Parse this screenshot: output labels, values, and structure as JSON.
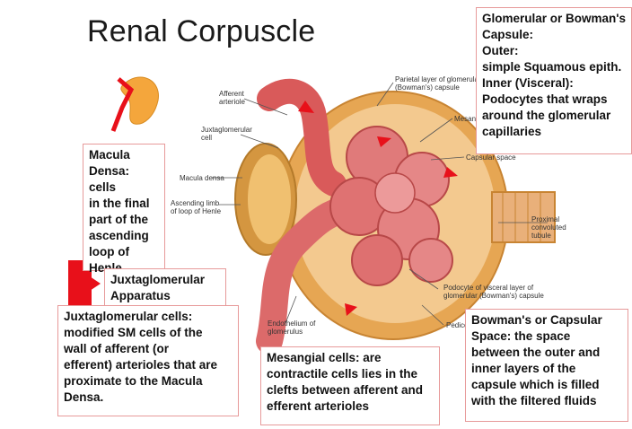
{
  "title": "Renal Corpuscle",
  "boxes": {
    "capsule": "Glomerular or Bowman's\nCapsule:\nOuter:\nsimple Squamous epith.\nInner (Visceral):\n Podocytes that wraps\naround the glomerular\ncapillaries",
    "macula": "Macula\nDensa: cells\nin the final\npart of the\nascending\nloop of\nHenle",
    "jga": "Juxtaglomerular\nApparatus",
    "jgcells": "Juxtaglomerular cells:\nmodified SM cells of the\nwall of afferent (or\nefferent) arterioles that are\nproximate to the Macula\nDensa.",
    "mesangial": "Mesangial cells: are\ncontractile cells lies in the\nclefts between afferent and\nefferent arterioles",
    "bowman_space": "Bowman's or Capsular\nSpace: the space\nbetween the outer and\ninner layers of the\ncapsule which is filled\nwith the filtered fluids"
  },
  "labels": {
    "afferent": "Afferent\narteriole",
    "jg_cell": "Juxtaglomerular\ncell",
    "macula_densa": "Macula densa",
    "ascending_limb": "Ascending limb\nof loop of Henle",
    "parietal": "Parietal layer of glomerular\n(Bowman's) capsule",
    "mesangial_cell": "Mesangial cell",
    "capsular_space": "Capsular space",
    "proximal": "Proximal\nconvoluted\ntubule",
    "podocyte": "Podocyte of visceral layer of\nglomerular (Bowman's) capsule",
    "pedicel": "Pedicel",
    "endothelium": "Endothelium of\nglomerulus"
  },
  "colors": {
    "box_border": "#e79a9a",
    "arrow_red": "#e8101a",
    "capsule_fill": "#e3a24b",
    "vessel": "#d95a5a"
  }
}
